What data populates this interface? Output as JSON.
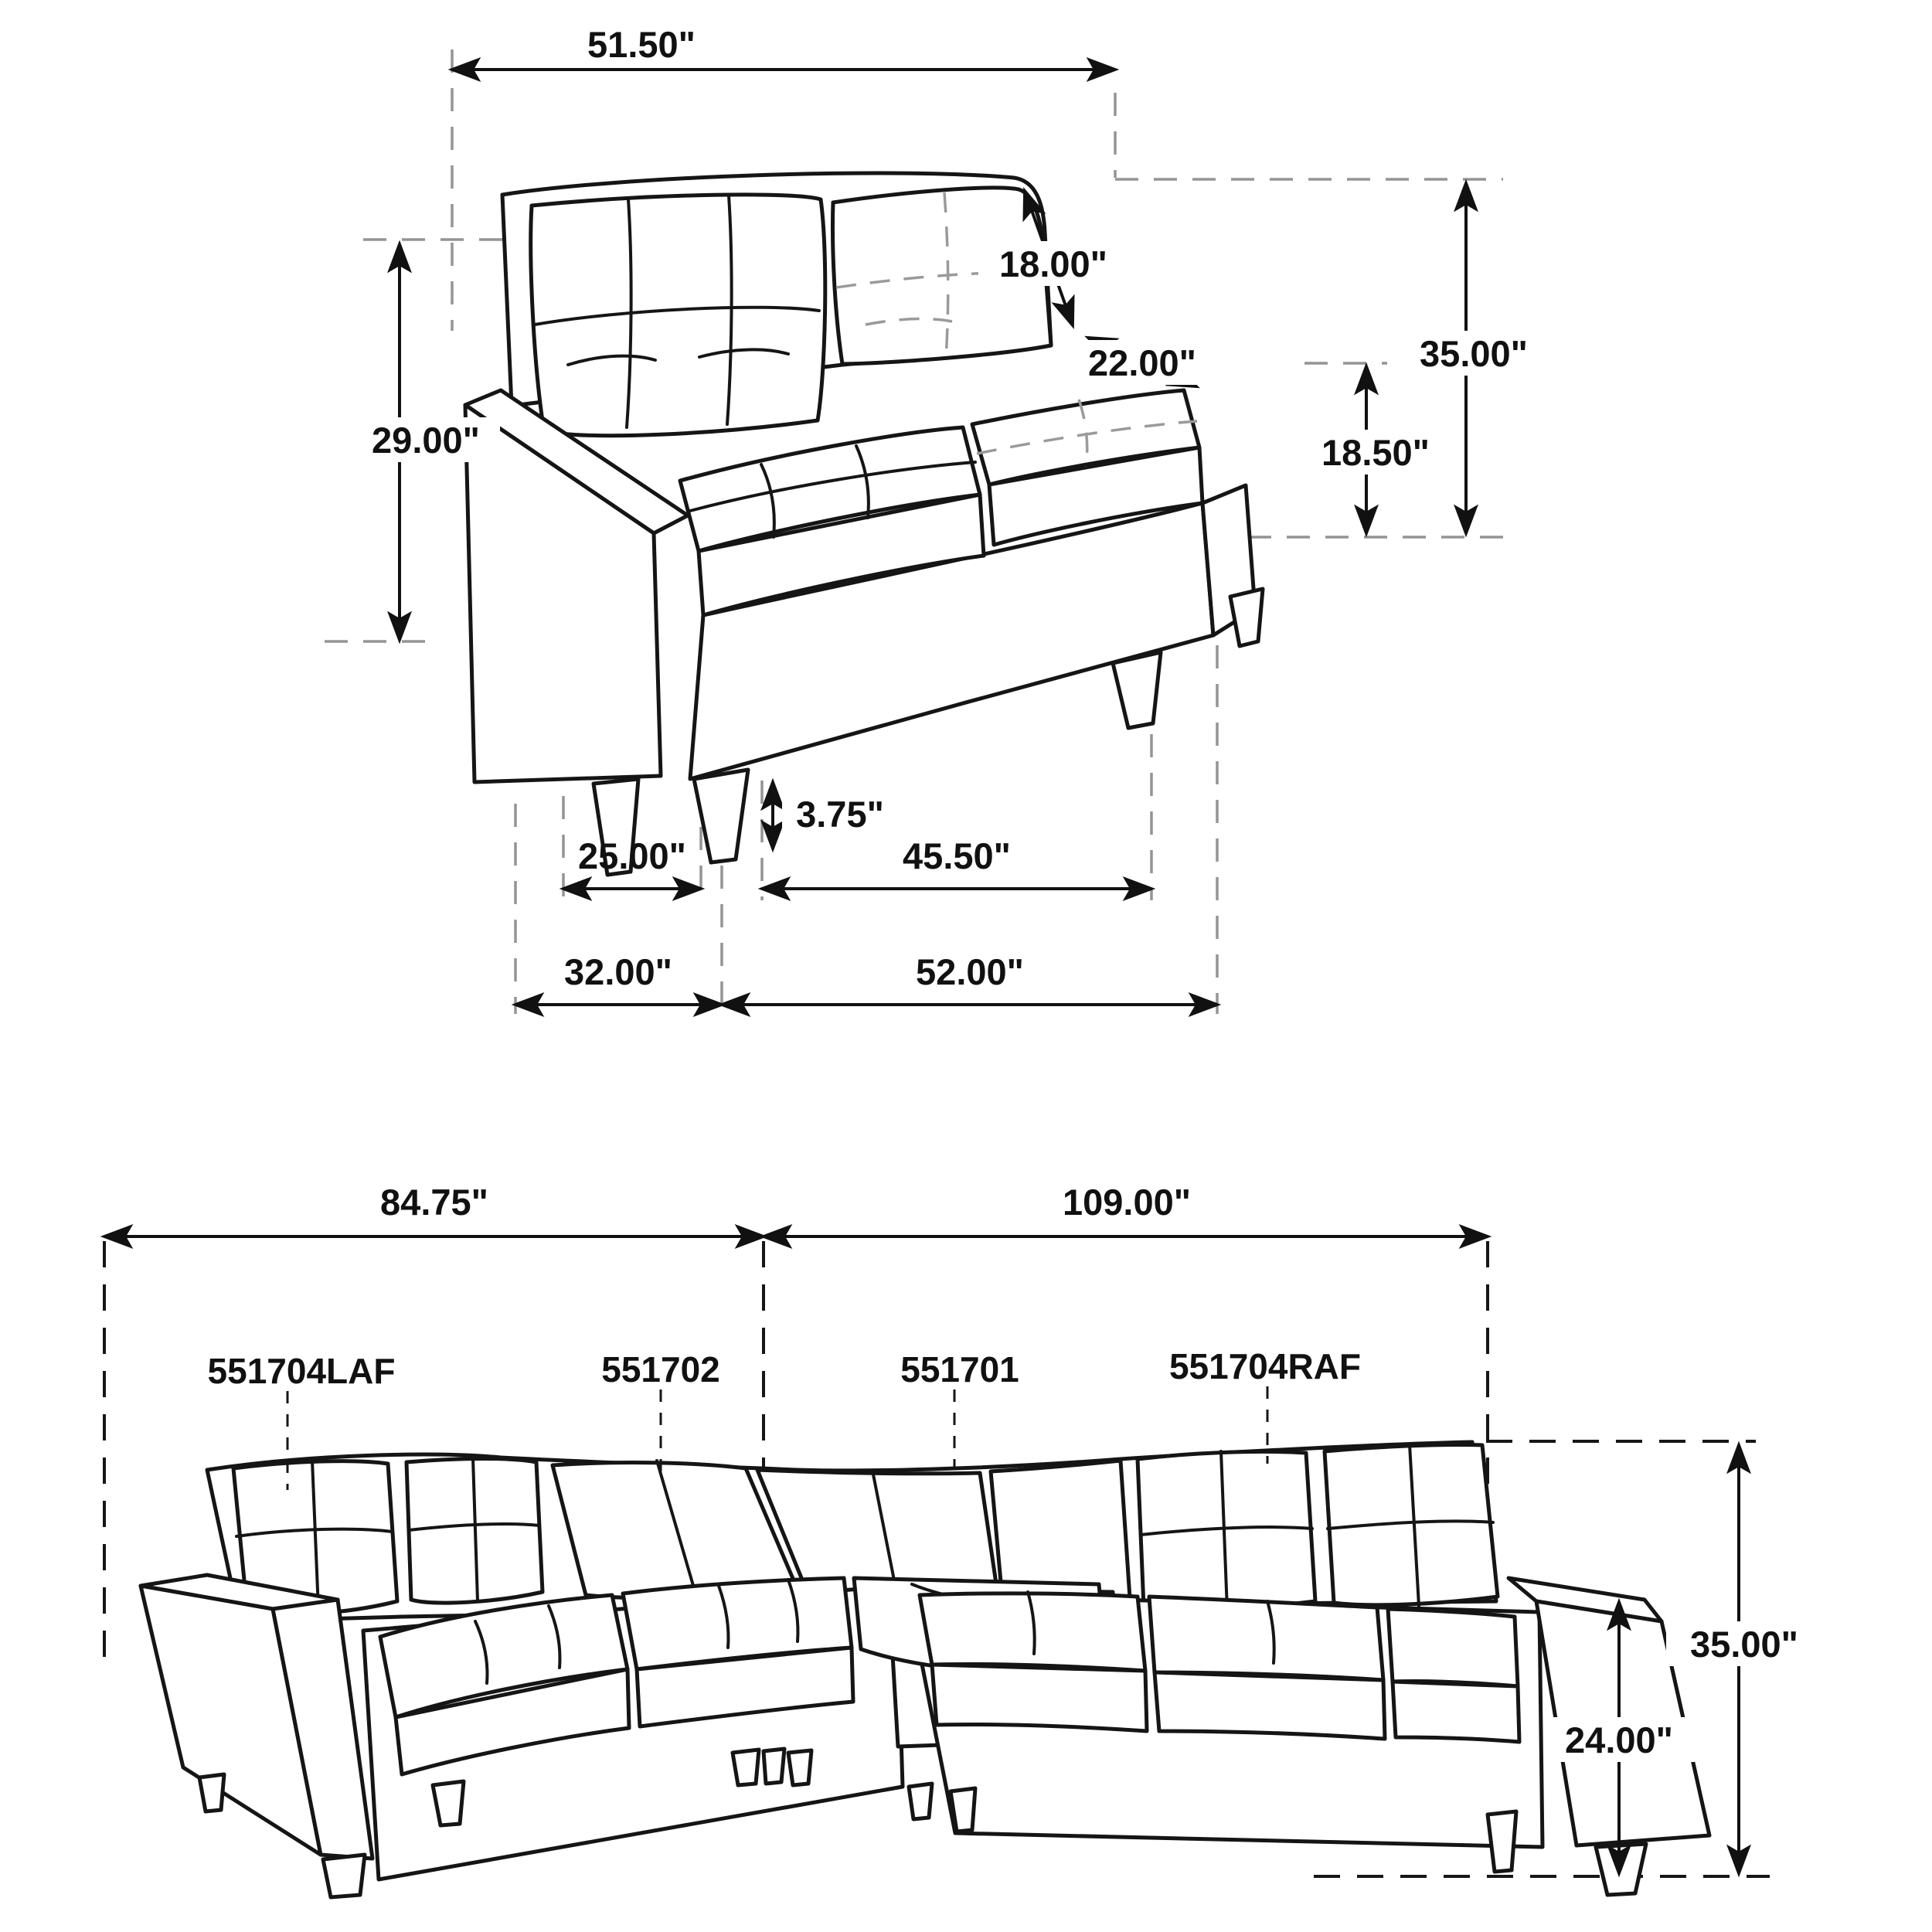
{
  "page": {
    "background": "#ffffff",
    "line_color": "#151515",
    "dash_gray": "#949494",
    "text_color": "#111111"
  },
  "loveseat_view": {
    "dim_back_width": "51.50\"",
    "dim_back_height": "29.00\"",
    "dim_back_cushion": "18.00\"",
    "dim_seat_cushion": "22.00\"",
    "dim_overall_height": "35.00\"",
    "dim_seat_height": "18.50\"",
    "dim_leg_height": "3.75\"",
    "dim_front_width": "25.00\"",
    "dim_seat_width": "45.50\"",
    "dim_arm_depth": "32.00\"",
    "dim_overall_width": "52.00\""
  },
  "sectional_view": {
    "dim_left_length": "84.75\"",
    "dim_right_length": "109.00\"",
    "dim_overall_height": "35.00\"",
    "dim_arm_height": "24.00\"",
    "parts": [
      {
        "sku": "551704LAF"
      },
      {
        "sku": "551702"
      },
      {
        "sku": "551701"
      },
      {
        "sku": "551704RAF"
      }
    ]
  }
}
